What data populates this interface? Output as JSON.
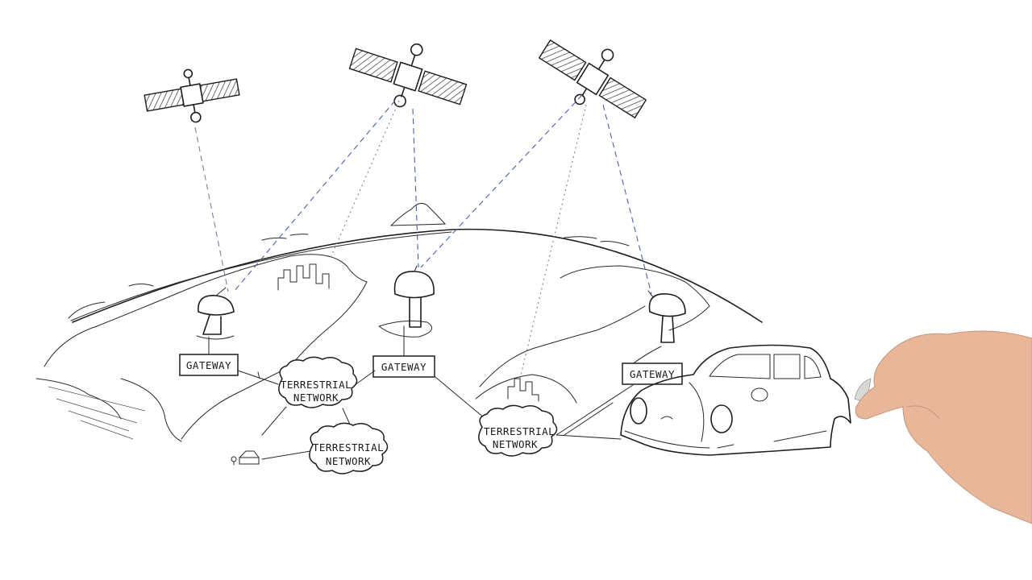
{
  "labels": {
    "gateway_1": "GATEWAY",
    "gateway_2": "GATEWAY",
    "gateway_3": "GATEWAY",
    "terrestrial_1_line1": "TERRESTRIAL",
    "terrestrial_1_line2": "NETWORK",
    "terrestrial_2_line1": "TERRESTRIAL",
    "terrestrial_2_line2": "NETWORK",
    "terrestrial_3_line1": "TERRESTRIAL",
    "terrestrial_3_line2": "NETWORK"
  },
  "colors": {
    "ink": "#1e1e1e",
    "link_blue": "#4a5fb0",
    "link_gray": "#7a7f9a",
    "skin": "#e8b79a",
    "marker_body": "#6b6e73"
  }
}
